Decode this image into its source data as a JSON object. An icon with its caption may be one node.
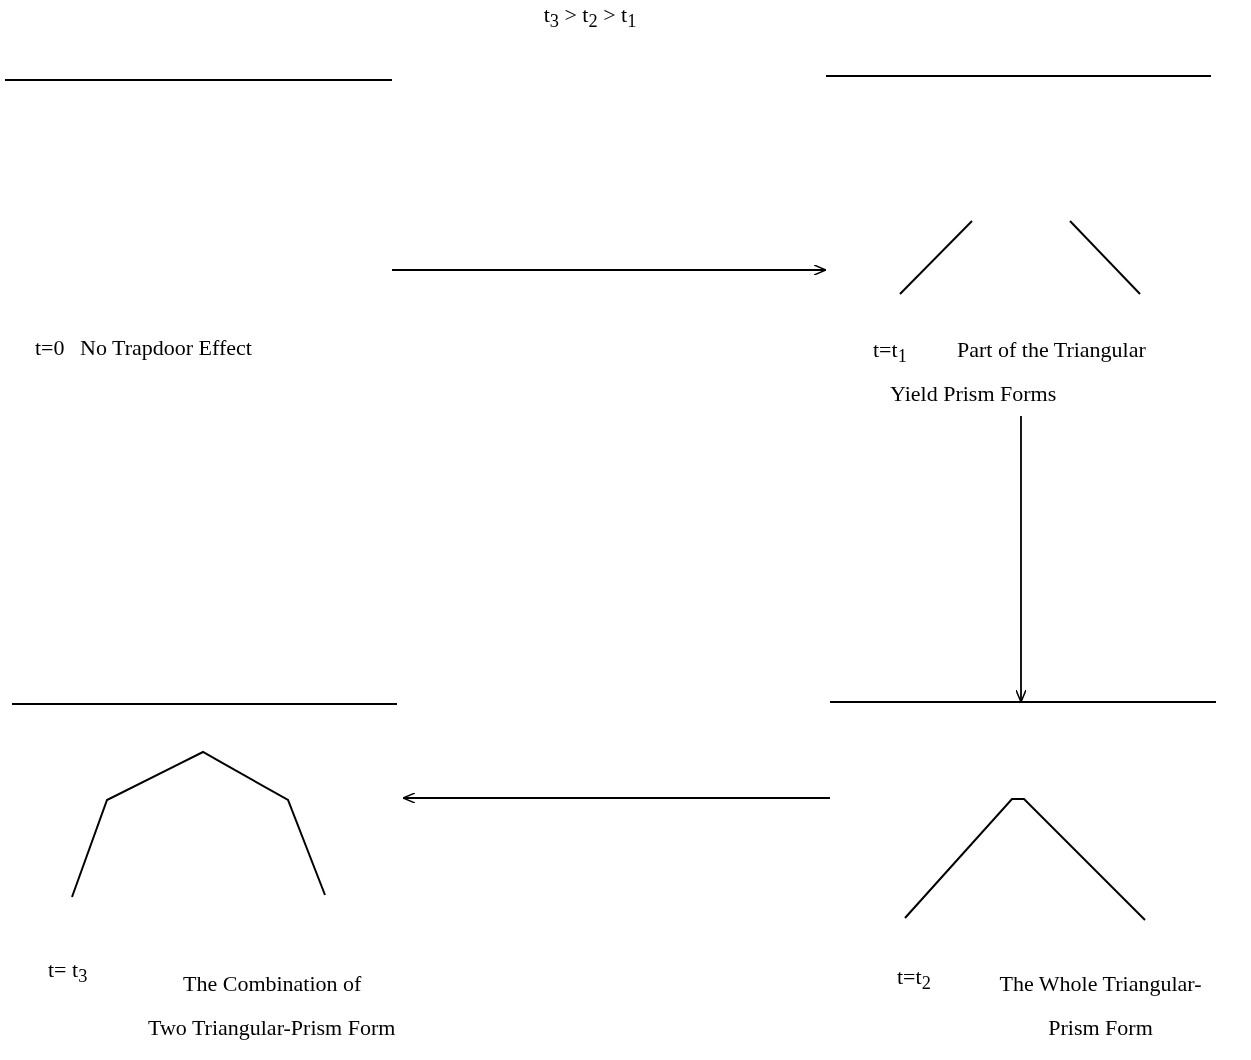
{
  "diagram": {
    "title": "t$_{3}$ > t$_{2}$ > t$_{1}$",
    "nodes": [
      {
        "text": [
          "t=0",
          "No Trapdoor Effect"
        ]
      },
      {
        "text": [
          "t=t$_{1}$",
          "Part of the Triangular Yield Prism Forms"
        ]
      },
      {
        "text": [
          "t= t$_{3}$",
          "The Combination of Two Triangular-Prism Form"
        ]
      },
      {
        "text": [
          "t=t$_{2}$",
          "The Whole Triangular-Prism Form"
        ]
      }
    ],
    "edges": [
      {
        "from": 0,
        "to": 1,
        "arrow": "to"
      },
      {
        "from": 1,
        "to": 3,
        "arrow": "to"
      },
      {
        "from": 3,
        "to": 2,
        "arrow": "to"
      }
    ]
  }
}
